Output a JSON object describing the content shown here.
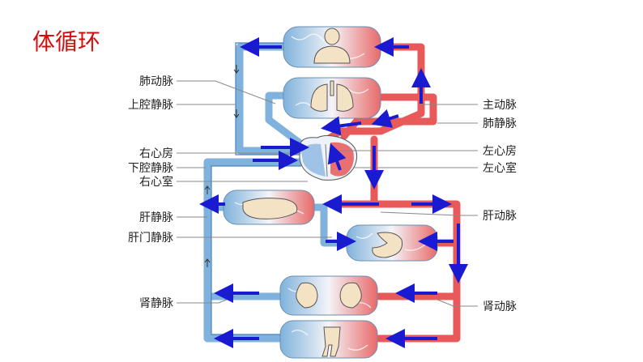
{
  "title": "体循环",
  "colors": {
    "title": "#d01010",
    "arterial": "#e85a5a",
    "venous": "#7fb2dc",
    "arrow": "#1a1ad0",
    "leader": "#888888",
    "organ": "#f3e2c4"
  },
  "labels_left": {
    "pulmonary_artery": "肺动脉",
    "superior_vena_cava": "上腔静脉",
    "right_atrium": "右心房",
    "inferior_vena_cava": "下腔静脉",
    "right_ventricle": "右心室",
    "hepatic_vein": "肝静脉",
    "hepatic_portal_vein": "肝门静脉",
    "renal_vein": "肾静脉"
  },
  "labels_right": {
    "aorta": "主动脉",
    "pulmonary_vein": "肺静脉",
    "left_atrium": "左心房",
    "left_ventricle": "左心室",
    "hepatic_artery": "肝动脉",
    "renal_artery": "肾动脉"
  },
  "organs": [
    "head-upper-body",
    "lungs",
    "heart",
    "liver",
    "stomach-intestine",
    "kidneys",
    "lower-limbs"
  ]
}
